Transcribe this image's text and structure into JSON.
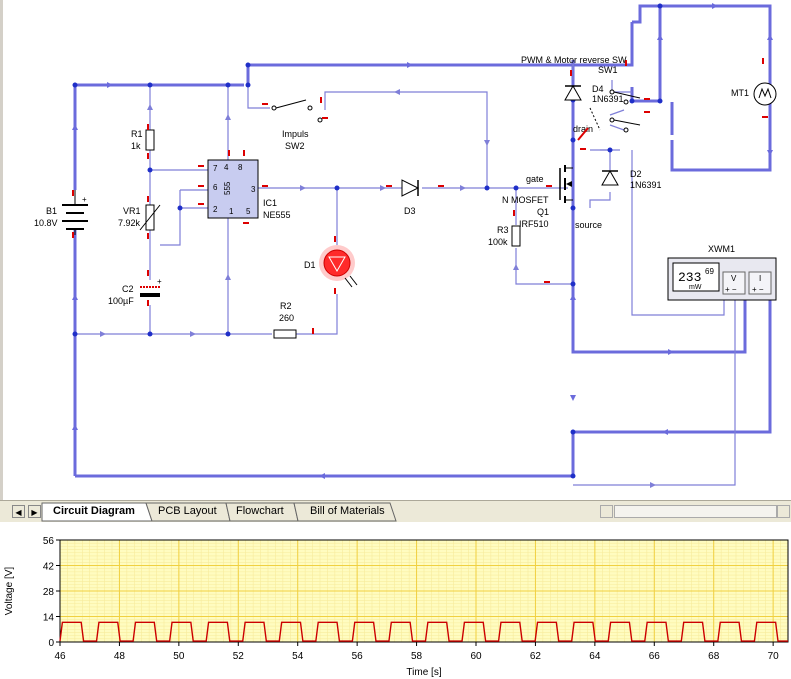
{
  "schematic": {
    "labels": {
      "b1_name": "B1",
      "b1_value": "10.8V",
      "r1_name": "R1",
      "r1_value": "1k",
      "vr1_name": "VR1",
      "vr1_value": "7.92k",
      "c2_name": "C2",
      "c2_value": "100µF",
      "ic1_name": "IC1",
      "ic1_value": "NE555",
      "ic_body_text": "555",
      "sw2_name": "Impuls",
      "sw2_value": "SW2",
      "d3_name": "D3",
      "d1_name": "D1",
      "r2_name": "R2",
      "r2_value": "260",
      "gate": "gate",
      "mosfet_type": "N MOSFET",
      "q1_name": "Q1",
      "q1_value": "IRF510",
      "r3_name": "R3",
      "r3_value": "100k",
      "source": "source",
      "drain": "drain",
      "d4_name": "D4",
      "d4_value": "1N6391",
      "d2_name": "D2",
      "d2_value": "1N6391",
      "sw1_name": "PWM & Motor reverse SW",
      "sw1_value": "SW1",
      "mt1_name": "MT1",
      "xwm1_name": "XWM1",
      "meter_reading": "233",
      "meter_sup": "69",
      "meter_unit": "mW",
      "meter_v": "V",
      "meter_i": "I",
      "meter_v_terms": "+  −",
      "meter_i_terms": "+  −"
    }
  },
  "tabs": {
    "items": [
      {
        "label": "Circuit Diagram",
        "active": true
      },
      {
        "label": "PCB Layout",
        "active": false
      },
      {
        "label": "Flowchart",
        "active": false
      },
      {
        "label": "Bill of Materials",
        "active": false
      }
    ]
  },
  "chart_data": {
    "type": "line",
    "xlabel": "Time [s]",
    "ylabel": "Voltage [V]",
    "xlim": [
      46,
      70.5
    ],
    "ylim": [
      0,
      56
    ],
    "xticks": [
      46,
      48,
      50,
      52,
      54,
      56,
      58,
      60,
      62,
      64,
      66,
      68,
      70
    ],
    "yticks": [
      0,
      14,
      28,
      42,
      56
    ],
    "grid": true,
    "series": [
      {
        "color": "#cc0000",
        "waveform": "square",
        "high": 10.8,
        "low": 0.5,
        "period": 1.23,
        "duty": 0.58,
        "start": 46.0
      }
    ]
  },
  "colors": {
    "wire": "#6b6bdc",
    "wire_thin": "#7f7fd8",
    "node": "#1f2fc8",
    "pin": "#dd0000",
    "led": "#ff2a2a",
    "graph_bg": "#fffcc0",
    "graph_grid_major": "#f0d040",
    "graph_grid_minor": "#f7eb9c",
    "trace": "#cc0000"
  }
}
